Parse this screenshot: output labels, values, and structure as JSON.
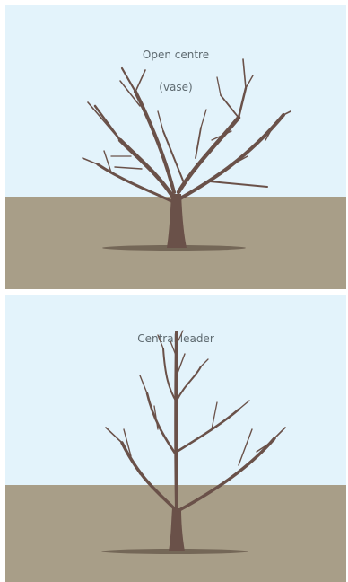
{
  "colors": {
    "sky": "#e3f3fb",
    "ground": "#a89e88",
    "trunk": "#6a5149",
    "shadow": "#6b5d4f",
    "caption": "#5e6a70"
  },
  "panels": [
    {
      "id": "open-centre",
      "caption_line1": "Open centre",
      "caption_line2": "(vase)"
    },
    {
      "id": "central-leader",
      "caption_line1": "Central leader"
    }
  ]
}
